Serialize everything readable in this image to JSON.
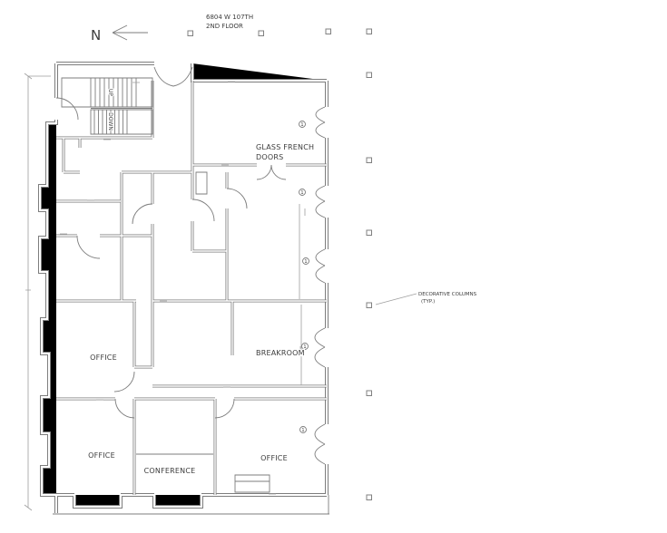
{
  "title": {
    "address": "6804 W 107TH",
    "floor": "2ND FLOOR"
  },
  "north_label": "N",
  "stairs": {
    "up_label": "UP",
    "down_label": "DOWN"
  },
  "room_labels": {
    "glass_french_doors_line1": "GLASS FRENCH",
    "glass_french_doors_line2": "DOORS",
    "breakroom": "BREAKROOM",
    "office_mid": "OFFICE",
    "office_bottom_left": "OFFICE",
    "conference": "CONFERENCE",
    "office_bottom_right": "OFFICE"
  },
  "annotation": {
    "line1": "DECORATIVE COLUMNS",
    "line2": "(TYP.)"
  },
  "door_tag": "1",
  "colors": {
    "line": "#7d7d7d",
    "text": "#3c3c3c"
  }
}
